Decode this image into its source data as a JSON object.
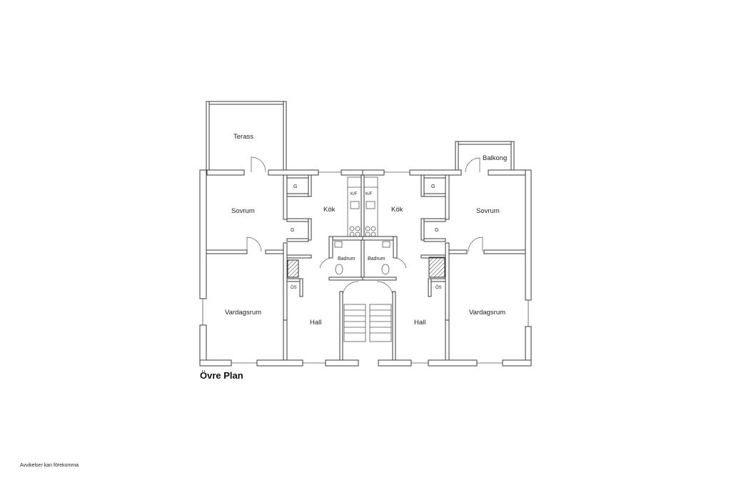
{
  "plan_title": "Övre Plan",
  "disclaimer": "Avvikelser kan förekomma",
  "rooms": {
    "terrace": "Terass",
    "balcony": "Balkong",
    "bedroom_left": "Sovrum",
    "bedroom_right": "Sovrum",
    "kitchen_left": "Kök",
    "kitchen_right": "Kök",
    "living_left": "Vardagsrum",
    "living_right": "Vardagsrum",
    "hall_left": "Hall",
    "hall_right": "Hall",
    "bath_left": "Badrum",
    "bath_right": "Badrum"
  },
  "symbols": {
    "closet": "G",
    "fridge_freezer": "K/F",
    "shaft": "ÖS"
  }
}
